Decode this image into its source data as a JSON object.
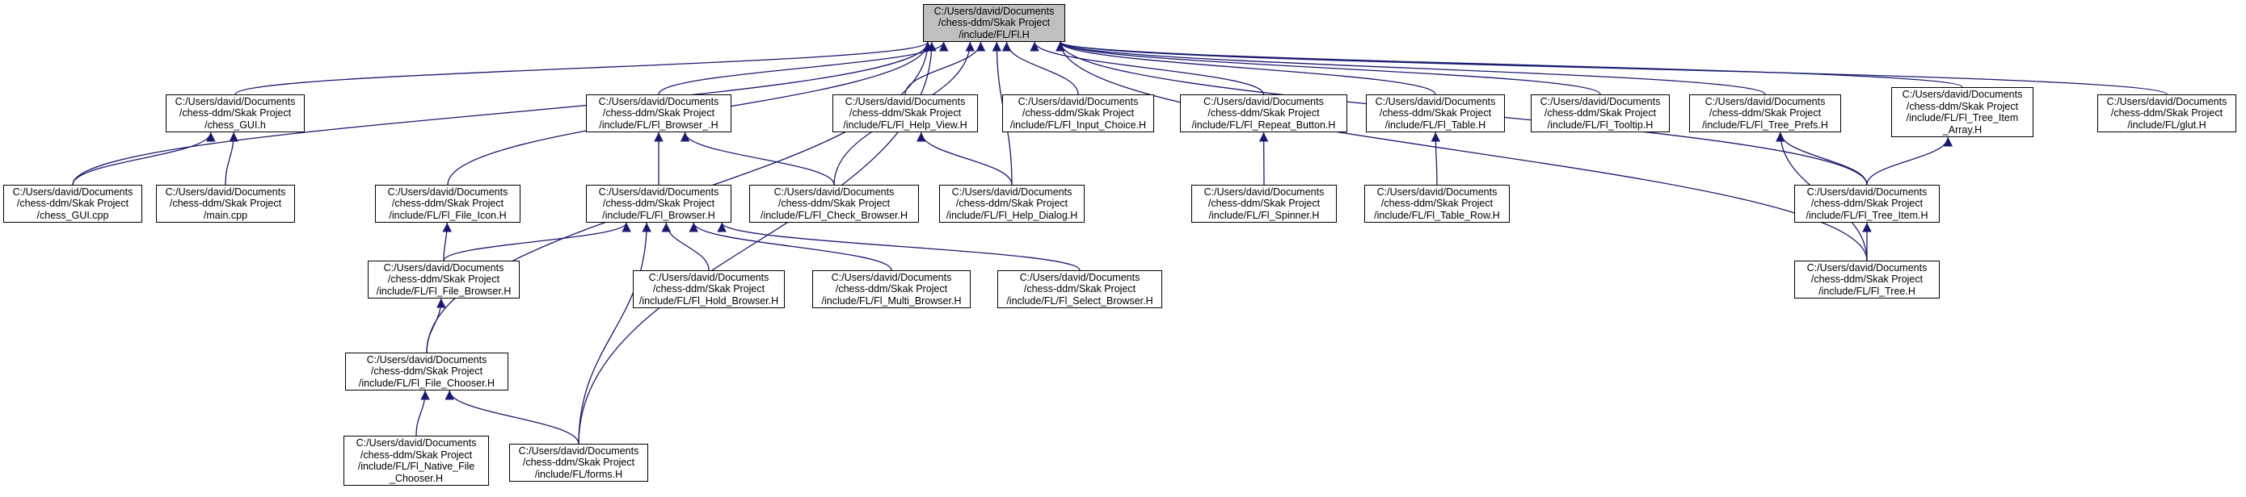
{
  "root": "fl-h",
  "colors": {
    "edge": "#191970",
    "root_fill": "#bfbfbf",
    "node_fill": "#ffffff",
    "border": "#000000",
    "text": "#000000"
  },
  "nodes": [
    {
      "id": "fl-h",
      "label": "C:/Users/david/Documents\n/chess-ddm/Skak Project\n/include/FL/Fl.H"
    },
    {
      "id": "chess-gui-h",
      "label": "C:/Users/david/Documents\n/chess-ddm/Skak Project\n/chess_GUI.h"
    },
    {
      "id": "chess-gui-cpp",
      "label": "C:/Users/david/Documents\n/chess-ddm/Skak Project\n/chess_GUI.cpp"
    },
    {
      "id": "main-cpp",
      "label": "C:/Users/david/Documents\n/chess-ddm/Skak Project\n/main.cpp"
    },
    {
      "id": "fl-file-icon-h",
      "label": "C:/Users/david/Documents\n/chess-ddm/Skak Project\n/include/FL/Fl_File_Icon.H"
    },
    {
      "id": "fl-browser-underscore-h",
      "label": "C:/Users/david/Documents\n/chess-ddm/Skak Project\n/include/FL/Fl_Browser_.H"
    },
    {
      "id": "fl-browser-h",
      "label": "C:/Users/david/Documents\n/chess-ddm/Skak Project\n/include/FL/Fl_Browser.H"
    },
    {
      "id": "fl-check-browser-h",
      "label": "C:/Users/david/Documents\n/chess-ddm/Skak Project\n/include/FL/Fl_Check_Browser.H"
    },
    {
      "id": "fl-help-view-h",
      "label": "C:/Users/david/Documents\n/chess-ddm/Skak Project\n/include/FL/Fl_Help_View.H"
    },
    {
      "id": "fl-help-dialog-h",
      "label": "C:/Users/david/Documents\n/chess-ddm/Skak Project\n/include/FL/Fl_Help_Dialog.H"
    },
    {
      "id": "fl-input-choice-h",
      "label": "C:/Users/david/Documents\n/chess-ddm/Skak Project\n/include/FL/Fl_Input_Choice.H"
    },
    {
      "id": "fl-repeat-button-h",
      "label": "C:/Users/david/Documents\n/chess-ddm/Skak Project\n/include/FL/Fl_Repeat_Button.H"
    },
    {
      "id": "fl-spinner-h",
      "label": "C:/Users/david/Documents\n/chess-ddm/Skak Project\n/include/FL/Fl_Spinner.H"
    },
    {
      "id": "fl-table-h",
      "label": "C:/Users/david/Documents\n/chess-ddm/Skak Project\n/include/FL/Fl_Table.H"
    },
    {
      "id": "fl-table-row-h",
      "label": "C:/Users/david/Documents\n/chess-ddm/Skak Project\n/include/FL/Fl_Table_Row.H"
    },
    {
      "id": "fl-tooltip-h",
      "label": "C:/Users/david/Documents\n/chess-ddm/Skak Project\n/include/FL/Fl_Tooltip.H"
    },
    {
      "id": "fl-tree-prefs-h",
      "label": "C:/Users/david/Documents\n/chess-ddm/Skak Project\n/include/FL/Fl_Tree_Prefs.H"
    },
    {
      "id": "fl-tree-item-array-h",
      "label": "C:/Users/david/Documents\n/chess-ddm/Skak Project\n/include/FL/Fl_Tree_Item\n_Array.H"
    },
    {
      "id": "fl-glut-h",
      "label": "C:/Users/david/Documents\n/chess-ddm/Skak Project\n/include/FL/glut.H"
    },
    {
      "id": "fl-tree-item-h",
      "label": "C:/Users/david/Documents\n/chess-ddm/Skak Project\n/include/FL/Fl_Tree_Item.H"
    },
    {
      "id": "fl-tree-h",
      "label": "C:/Users/david/Documents\n/chess-ddm/Skak Project\n/include/FL/Fl_Tree.H"
    },
    {
      "id": "fl-file-browser-h",
      "label": "C:/Users/david/Documents\n/chess-ddm/Skak Project\n/include/FL/Fl_File_Browser.H"
    },
    {
      "id": "fl-hold-browser-h",
      "label": "C:/Users/david/Documents\n/chess-ddm/Skak Project\n/include/FL/Fl_Hold_Browser.H"
    },
    {
      "id": "fl-multi-browser-h",
      "label": "C:/Users/david/Documents\n/chess-ddm/Skak Project\n/include/FL/Fl_Multi_Browser.H"
    },
    {
      "id": "fl-select-browser-h",
      "label": "C:/Users/david/Documents\n/chess-ddm/Skak Project\n/include/FL/Fl_Select_Browser.H"
    },
    {
      "id": "fl-file-chooser-h",
      "label": "C:/Users/david/Documents\n/chess-ddm/Skak Project\n/include/FL/Fl_File_Chooser.H"
    },
    {
      "id": "fl-native-file-chooser-h",
      "label": "C:/Users/david/Documents\n/chess-ddm/Skak Project\n/include/FL/Fl_Native_File\n_Chooser.H"
    },
    {
      "id": "forms-h",
      "label": "C:/Users/david/Documents\n/chess-ddm/Skak Project\n/include/FL/forms.H"
    }
  ],
  "edges": [
    {
      "from": "chess-gui-h",
      "to": "fl-h"
    },
    {
      "from": "chess-gui-cpp",
      "to": "fl-h"
    },
    {
      "from": "chess-gui-cpp",
      "to": "chess-gui-h"
    },
    {
      "from": "main-cpp",
      "to": "chess-gui-h"
    },
    {
      "from": "fl-file-icon-h",
      "to": "fl-h"
    },
    {
      "from": "fl-file-chooser-h",
      "to": "fl-h"
    },
    {
      "from": "forms-h",
      "to": "fl-h"
    },
    {
      "from": "fl-browser-underscore-h",
      "to": "fl-h"
    },
    {
      "from": "fl-check-browser-h",
      "to": "fl-h"
    },
    {
      "from": "fl-help-dialog-h",
      "to": "fl-h"
    },
    {
      "from": "fl-help-view-h",
      "to": "fl-h"
    },
    {
      "from": "fl-input-choice-h",
      "to": "fl-h"
    },
    {
      "from": "fl-repeat-button-h",
      "to": "fl-h"
    },
    {
      "from": "fl-table-h",
      "to": "fl-h"
    },
    {
      "from": "fl-tooltip-h",
      "to": "fl-h"
    },
    {
      "from": "fl-tree-prefs-h",
      "to": "fl-h"
    },
    {
      "from": "fl-tree-item-array-h",
      "to": "fl-h"
    },
    {
      "from": "fl-tree-item-h",
      "to": "fl-h"
    },
    {
      "from": "fl-tree-h",
      "to": "fl-h"
    },
    {
      "from": "fl-glut-h",
      "to": "fl-h"
    },
    {
      "from": "fl-browser-h",
      "to": "fl-browser-underscore-h"
    },
    {
      "from": "fl-check-browser-h",
      "to": "fl-browser-underscore-h"
    },
    {
      "from": "fl-help-dialog-h",
      "to": "fl-help-view-h"
    },
    {
      "from": "fl-spinner-h",
      "to": "fl-repeat-button-h"
    },
    {
      "from": "fl-table-row-h",
      "to": "fl-table-h"
    },
    {
      "from": "fl-tree-item-h",
      "to": "fl-tree-prefs-h"
    },
    {
      "from": "fl-tree-h",
      "to": "fl-tree-prefs-h"
    },
    {
      "from": "fl-tree-item-h",
      "to": "fl-tree-item-array-h"
    },
    {
      "from": "fl-tree-h",
      "to": "fl-tree-item-h"
    },
    {
      "from": "fl-file-browser-h",
      "to": "fl-file-icon-h"
    },
    {
      "from": "fl-file-browser-h",
      "to": "fl-browser-h"
    },
    {
      "from": "fl-hold-browser-h",
      "to": "fl-browser-h"
    },
    {
      "from": "fl-multi-browser-h",
      "to": "fl-browser-h"
    },
    {
      "from": "fl-select-browser-h",
      "to": "fl-browser-h"
    },
    {
      "from": "forms-h",
      "to": "fl-browser-h"
    },
    {
      "from": "fl-file-chooser-h",
      "to": "fl-file-browser-h"
    },
    {
      "from": "fl-native-file-chooser-h",
      "to": "fl-file-chooser-h"
    },
    {
      "from": "forms-h",
      "to": "fl-file-chooser-h"
    }
  ]
}
